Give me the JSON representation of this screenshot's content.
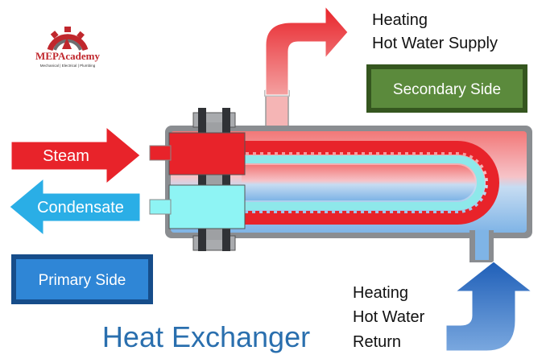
{
  "logo": {
    "brand": "MEPAcademy",
    "tagline": "Mechanical | Electrical | Plumbing"
  },
  "labels": {
    "steam": "Steam",
    "condensate": "Condensate",
    "primary_side": "Primary Side",
    "secondary_side": "Secondary Side",
    "supply_line1": "Heating",
    "supply_line2": "Hot Water Supply",
    "return_line1": "Heating",
    "return_line2": "Hot Water",
    "return_line3": "Return",
    "title": "Heat Exchanger"
  },
  "colors": {
    "steam_red": "#e8232a",
    "condensate_blue": "#2aaee6",
    "primary_blue": "#1f73c4",
    "secondary_green": "#4f7d33",
    "title_blue": "#2a6fae",
    "shell_grey": "#8a8d91"
  }
}
